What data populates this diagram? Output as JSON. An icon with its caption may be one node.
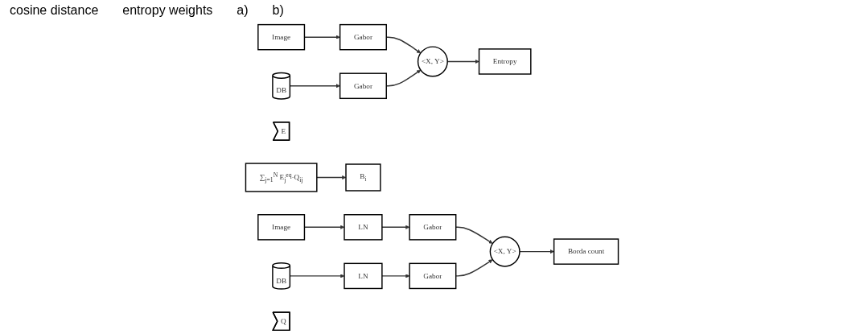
{
  "diagram": {
    "nodes": [
      {
        "text": [
          "Image"
        ]
      },
      {
        "text": [
          "DB"
        ]
      },
      {
        "text": [
          "Gabor"
        ]
      },
      {
        "text": [
          "Gabor"
        ]
      },
      {
        "text": [
          "<X, Y>"
        ]
      },
      {
        "text": [
          "Entropy"
        ]
      },
      {
        "text": [
          "E"
        ]
      },
      {
        "text": [
          "∑$_{j=1}$$^{N}$ E$_{j}$$^{eq}$·Q$_{ij}$"
        ]
      },
      {
        "text": [
          "B$_{i}$"
        ]
      },
      {
        "text": [
          "Image"
        ]
      },
      {
        "text": [
          "LN"
        ]
      },
      {
        "text": [
          "Gabor"
        ]
      },
      {
        "text": [
          "DB"
        ]
      },
      {
        "text": [
          "LN"
        ]
      },
      {
        "text": [
          "Gabor"
        ]
      },
      {
        "text": [
          "<X, Y>"
        ]
      },
      {
        "text": [
          "Borda count"
        ]
      },
      {
        "text": [
          "Q"
        ]
      }
    ],
    "edges": [
      {
        "from": 0,
        "to": 2,
        "arrow": "to"
      },
      {
        "from": 1,
        "to": 3,
        "arrow": "to"
      },
      {
        "from": 2,
        "to": 4,
        "arrow": "to"
      },
      {
        "from": 3,
        "to": 4,
        "arrow": "to"
      },
      {
        "from": 4,
        "to": 5,
        "arrow": "to"
      },
      {
        "from": 7,
        "to": 8,
        "arrow": "to"
      },
      {
        "from": 9,
        "to": 10,
        "arrow": "to"
      },
      {
        "from": 10,
        "to": 11,
        "arrow": "to"
      },
      {
        "from": 11,
        "to": 15,
        "arrow": "to"
      },
      {
        "from": 12,
        "to": 13,
        "arrow": "to"
      },
      {
        "from": 13,
        "to": 14,
        "arrow": "to"
      },
      {
        "from": 14,
        "to": 15,
        "arrow": "to"
      },
      {
        "from": 15,
        "to": 16,
        "arrow": "to"
      }
    ],
    "labels": [
      "cosine distance",
      "entropy weights",
      "a)",
      "b)"
    ]
  }
}
